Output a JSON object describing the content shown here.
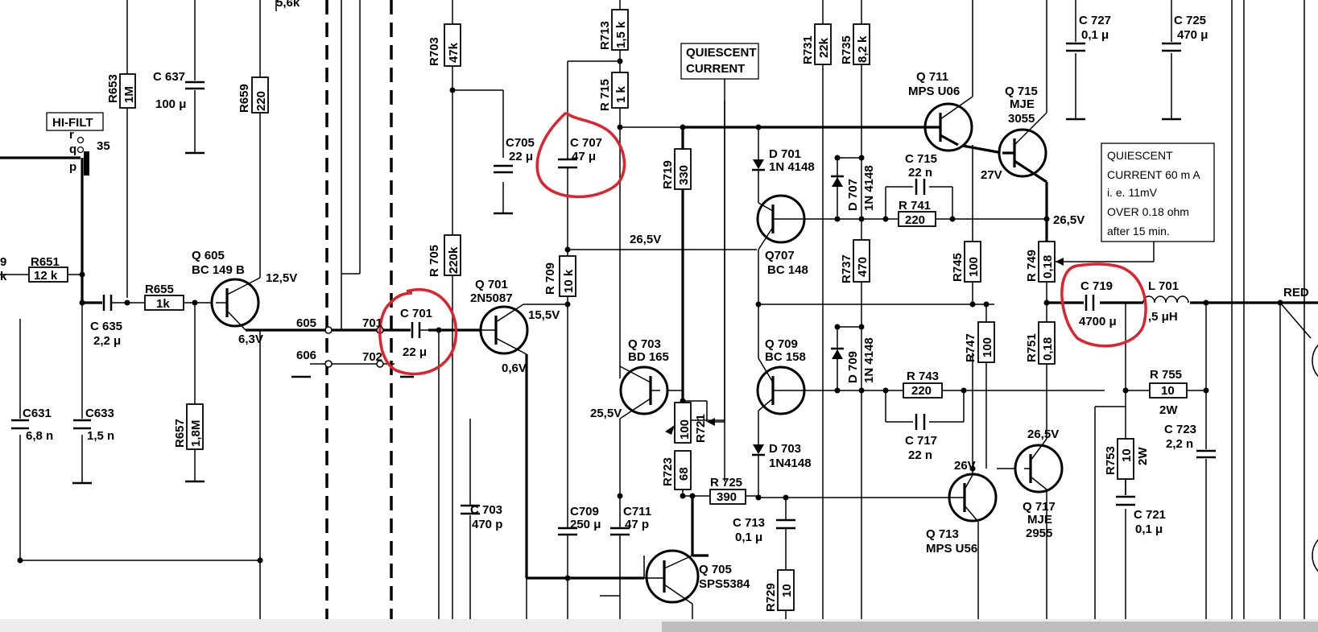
{
  "labels": {
    "r653": "R653",
    "r653_val": "1M",
    "c637": "C 637",
    "c637_val": "100 μ",
    "r659": "R659",
    "r659_val": "220",
    "hifilt": "HI-FILT",
    "sw_r": "r",
    "sw_q": "q",
    "sw_p": "p",
    "sw_35": "35",
    "left9": "9",
    "leftk": "k",
    "r651": "R651",
    "r651_val": "12 k",
    "r655": "R655",
    "r655_val": "1k",
    "q605": "Q 605",
    "q605_type": "BC 149 B",
    "v125": "12,5V",
    "c635": "C 635",
    "c635_val": "2,2 μ",
    "v63": "6,3V",
    "c631": "C631",
    "c631_val": "6,8 n",
    "c633": "C633",
    "c633_val": "1,5 n",
    "r657": "R657",
    "r657_val": "1,8M",
    "n605": "605",
    "n606": "606",
    "n701": "701",
    "n702": "702",
    "c701": "C 701",
    "c701_val": "22 μ",
    "r703": "R703",
    "r703_val": "47k",
    "r705": "R 705",
    "r705_val": "220k",
    "q701": "Q 701",
    "q701_type": "2N5087",
    "v155": "15,5V",
    "v06": "0,6V",
    "c703": "C 703",
    "c703_val": "470 p",
    "c705": "C705",
    "c705_val": "22 μ",
    "c707": "C 707",
    "c707_val": "47 μ",
    "r709": "R 709",
    "r709_val": "10 k",
    "c709": "C709",
    "c709_val": "250 μ",
    "c711": "C711",
    "c711_val": "47 p",
    "r713": "R713",
    "r713_val": "1,5 k",
    "r715": "R 715",
    "r715_val": "1 k",
    "qc_box": [
      "QUIESCENT",
      "CURRENT"
    ],
    "r719": "R719",
    "r719_val": "330",
    "v265": "26,5V",
    "q703": "Q 703",
    "q703_type": "BD 165",
    "v255": "25,5V",
    "r721": "R721",
    "r721_val": "100",
    "r723": "R723",
    "r723_val": "68",
    "r725": "R 725",
    "r725_val": "390",
    "q705": "Q 705",
    "q705_type": "SPS5384",
    "c713": "C 713",
    "c713_val": "0,1 μ",
    "r729": "R729",
    "r729_val": "10",
    "d701": "D 701",
    "d701_type": "1N 4148",
    "q707": "Q707",
    "q707_type": "BC 148",
    "q709": "Q 709",
    "q709_type": "BC 158",
    "d703": "D 703",
    "d703_type": "1N4148",
    "r731": "R731",
    "r731_val": "22k",
    "r735": "R735",
    "r735_val": "8,2 k",
    "d707": "D 707",
    "d707_type": "1N 4148",
    "c715": "C 715",
    "c715_val": "22 n",
    "r741": "R 741",
    "r741_val": "220",
    "r737": "R737",
    "r737_val": "470",
    "d709": "D 709",
    "d709_type": "1N 4148",
    "r743": "R 743",
    "r743_val": "220",
    "c717": "C 717",
    "c717_val": "22 n",
    "q711": "Q 711",
    "q711_type": "MPS U06",
    "q715": "Q 715",
    "q715_type": "MJE",
    "q715_num": "3055",
    "v27": "27V",
    "r745": "R745",
    "r745_val": "100",
    "r747": "R747",
    "r747_val": "100",
    "q713": "Q 713",
    "q713_type": "MPS U56",
    "v26": "26V",
    "q717": "Q 717",
    "q717_type": "MJE",
    "q717_num": "2955",
    "v265b": "26,5V",
    "c727": "C 727",
    "c727_val": "0,1 μ",
    "c725": "C 725",
    "c725_val": "470 μ",
    "note": [
      "QUIESCENT",
      "CURRENT  60 m A",
      "i. e. 11mV",
      "OVER  0.18 ohm",
      "after 15 min."
    ],
    "v265c": "26,5V",
    "r749": "R 749",
    "r749_val": "0,18",
    "r751": "R751",
    "r751_val": "0,18",
    "c719": "C 719",
    "c719_val": "4700 μ",
    "l701": "L 701",
    "l701_val": ",5 μH",
    "red": "RED",
    "r755": "R 755",
    "r755_val": "10",
    "r755_w": "2W",
    "r753": "R753",
    "r753_val": "10",
    "r753_w": "2W",
    "c721": "C 721",
    "c721_val": "0,1 μ",
    "c723": "C 723",
    "c723_val": "2,2 n",
    "c_top": "5,6k"
  }
}
